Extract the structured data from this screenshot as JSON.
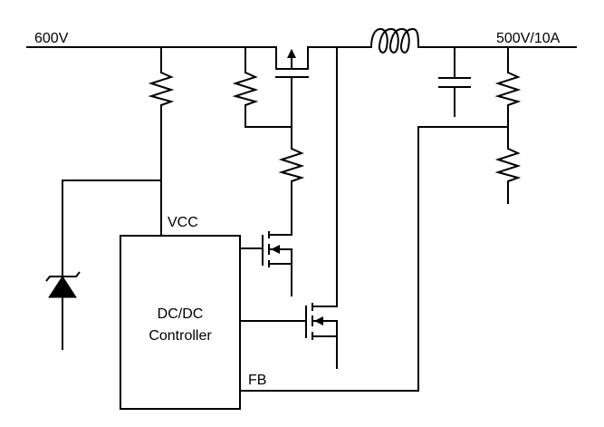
{
  "labels": {
    "input_voltage": "600V",
    "output_rating": "500V/10A",
    "vcc_pin": "VCC",
    "fb_pin": "FB",
    "controller_line1": "DC/DC",
    "controller_line2": "Controller"
  }
}
